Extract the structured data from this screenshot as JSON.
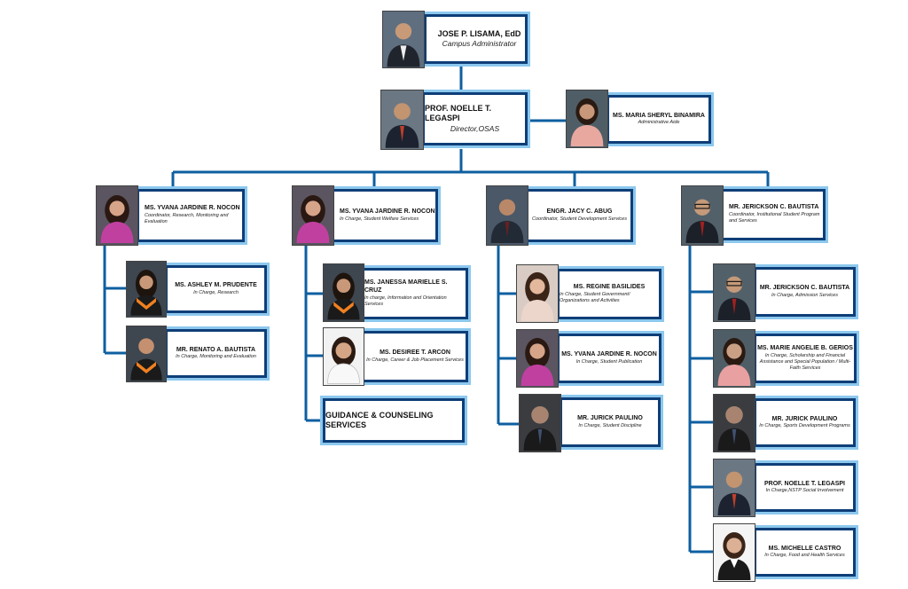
{
  "top": {
    "name": "JOSE P. LISAMA, EdD",
    "role": "Campus Administrator"
  },
  "director": {
    "name": "PROF. NOELLE T. LEGASPI",
    "role": "Director,OSAS"
  },
  "aide": {
    "name": "MS. MARIA SHERYL BINAMIRA",
    "role": "Administrative Aide"
  },
  "heads": [
    {
      "name": "MS. YVANA JARDINE R. NOCON",
      "role": "Coordinator, Research, Monitoring and Evaluation"
    },
    {
      "name": "MS. YVANA JARDINE R. NOCON",
      "role": "In Charge, Student Welfare Services"
    },
    {
      "name": "ENGR. JACY C. ABUG",
      "role": "Coordinator, Student Development Services"
    },
    {
      "name": "MR. JERICKSON C. BAUTISTA",
      "role": "Coordinator, Institutional Student Program and Services"
    }
  ],
  "col1": [
    {
      "name": "MS. ASHLEY M. PRUDENTE",
      "role": "In Charge, Research"
    },
    {
      "name": "MR. RENATO A. BAUTISTA",
      "role": "In Charge, Monitoring and Evaluation"
    }
  ],
  "col2": [
    {
      "name": "MS. JANESSA MARIELLE S. CRUZ",
      "role": "In charge, Information and Orientation Services"
    },
    {
      "name": "MS. DESIREE T. ARCON",
      "role": "In Charge, Career & Job Placement Services"
    }
  ],
  "guidance": "GUIDANCE & COUNSELING SERVICES",
  "col3": [
    {
      "name": "MS. REGINE BASILIDES",
      "role": "In Charge, Student Government/ Organizations and Activities"
    },
    {
      "name": "MS. YVANA JARDINE R. NOCON",
      "role": "In Charge, Student Publication"
    },
    {
      "name": "MR. JURICK PAULINO",
      "role": "In Charge, Student Discipline"
    }
  ],
  "col4": [
    {
      "name": "MR. JERICKSON C. BAUTISTA",
      "role": "In Charge, Admission Services"
    },
    {
      "name": "MS. MARIE ANGELIE B. GERIOS",
      "role": "In Charge, Scholarship and Financial Assistance and Special Population / Multi-Faith Services"
    },
    {
      "name": "MR. JURICK PAULINO",
      "role": "In Charge, Sports Development Programs"
    },
    {
      "name": "PROF. NOELLE T. LEGASPI",
      "role": "In Charge,NSTP Social Involvement"
    },
    {
      "name": "MS. MICHELLE CASTRO",
      "role": "In Charge, Food and Health Services"
    }
  ],
  "colors": {
    "line": "#0e5fa0",
    "border": "#0e3e78",
    "glow": "#8cc8ee"
  }
}
